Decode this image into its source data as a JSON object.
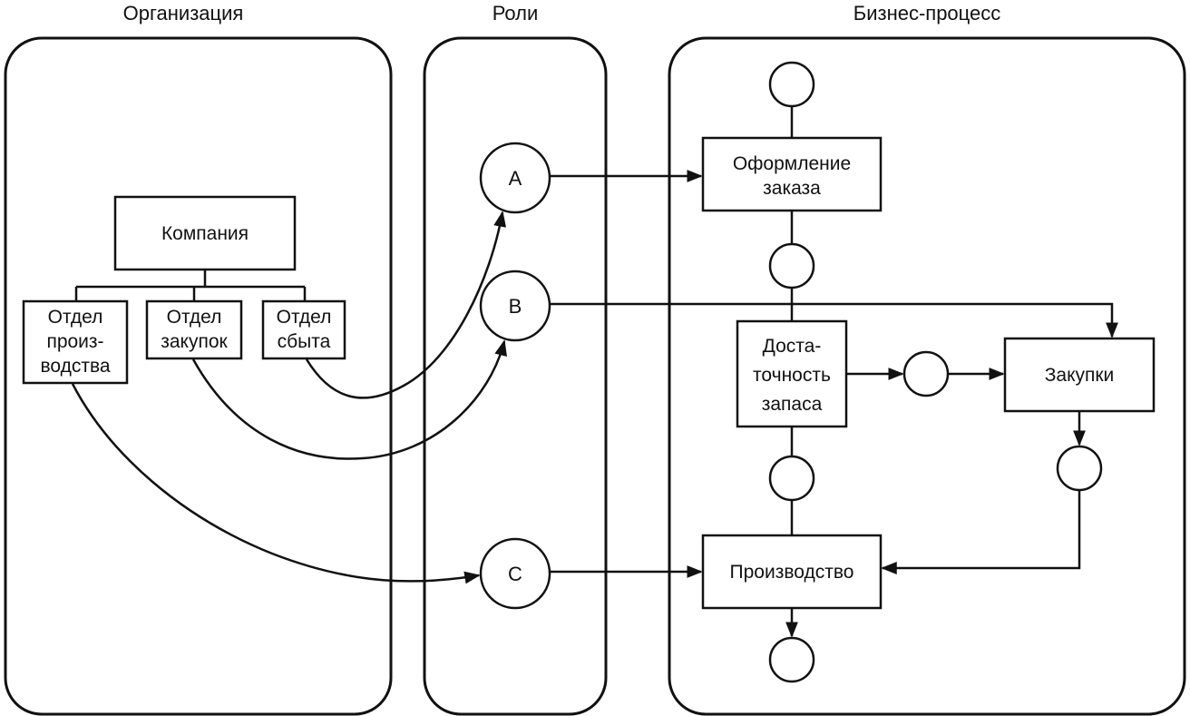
{
  "panels": {
    "organization": "Организация",
    "roles": "Роли",
    "process": "Бизнес-процесс"
  },
  "org": {
    "company": "Компания",
    "production_dept": [
      "Отдел",
      "произ-",
      "водства"
    ],
    "purchasing_dept": [
      "Отдел",
      "закупок"
    ],
    "sales_dept": [
      "Отдел",
      "сбыта"
    ]
  },
  "roles": {
    "a": "A",
    "b": "B",
    "c": "C"
  },
  "process": {
    "order": [
      "Оформление",
      "заказа"
    ],
    "stock": [
      "Доста-",
      "точность",
      "запаса"
    ],
    "purchase": "Закупки",
    "production": "Производство"
  },
  "colors": {
    "stroke": "#111111",
    "background": "#ffffff"
  }
}
